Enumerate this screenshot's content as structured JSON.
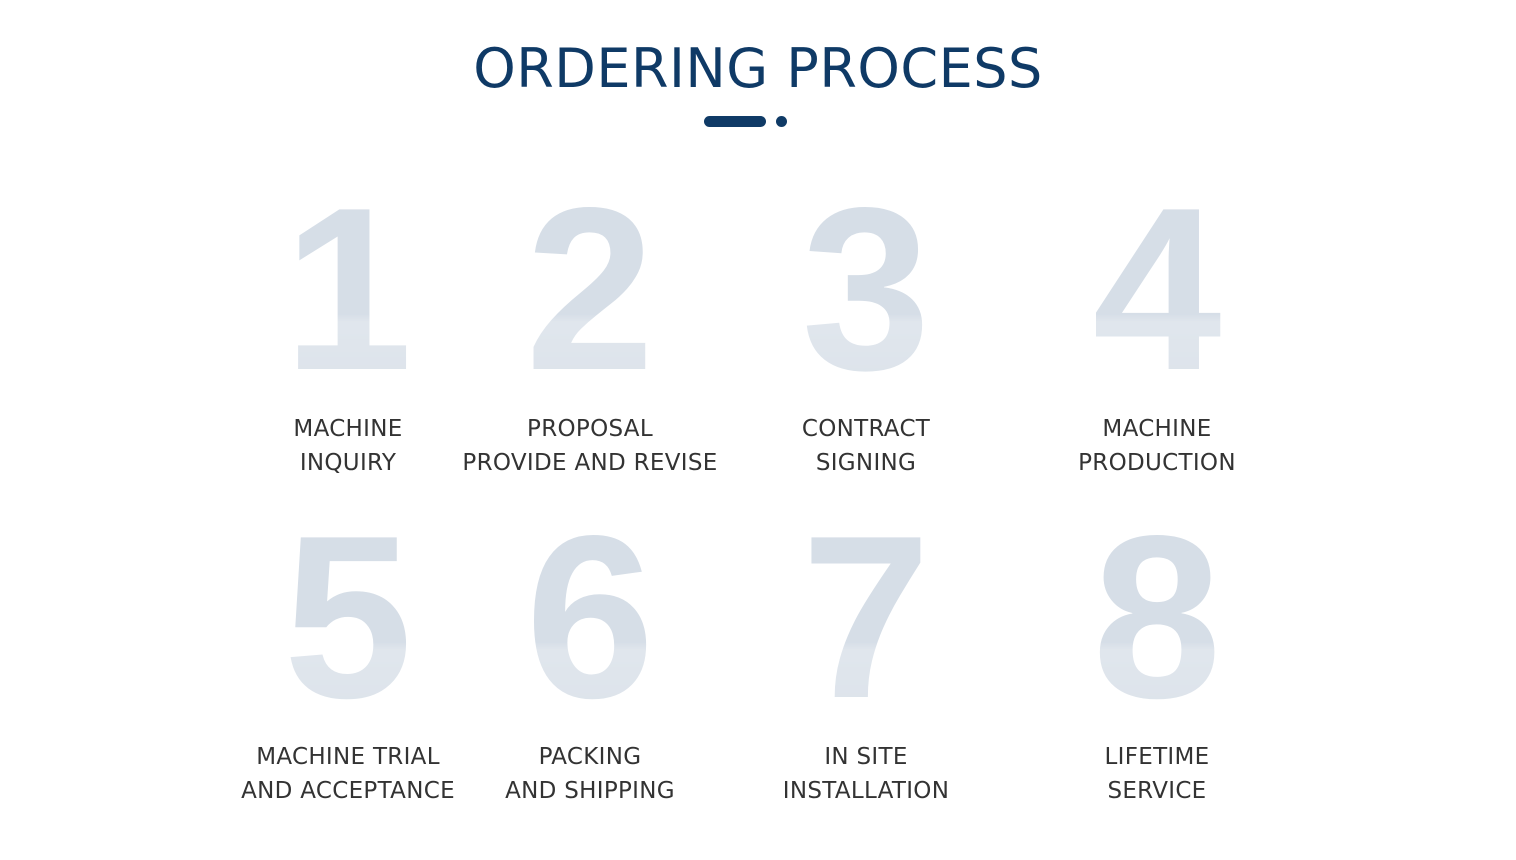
{
  "header": {
    "title": "ORDERING PROCESS"
  },
  "colors": {
    "title": "#0f3a66",
    "number": "#d6dee7",
    "label": "#333333"
  },
  "steps": [
    {
      "number": "1",
      "line1": "MACHINE",
      "line2": "INQUIRY"
    },
    {
      "number": "2",
      "line1": "PROPOSAL",
      "line2": "PROVIDE AND REVISE"
    },
    {
      "number": "3",
      "line1": "CONTRACT",
      "line2": "SIGNING"
    },
    {
      "number": "4",
      "line1": "MACHINE",
      "line2": "PRODUCTION"
    },
    {
      "number": "5",
      "line1": "MACHINE TRIAL",
      "line2": "AND ACCEPTANCE"
    },
    {
      "number": "6",
      "line1": "PACKING",
      "line2": "AND SHIPPING"
    },
    {
      "number": "7",
      "line1": "IN SITE",
      "line2": "INSTALLATION"
    },
    {
      "number": "8",
      "line1": "LIFETIME",
      "line2": "SERVICE"
    }
  ]
}
